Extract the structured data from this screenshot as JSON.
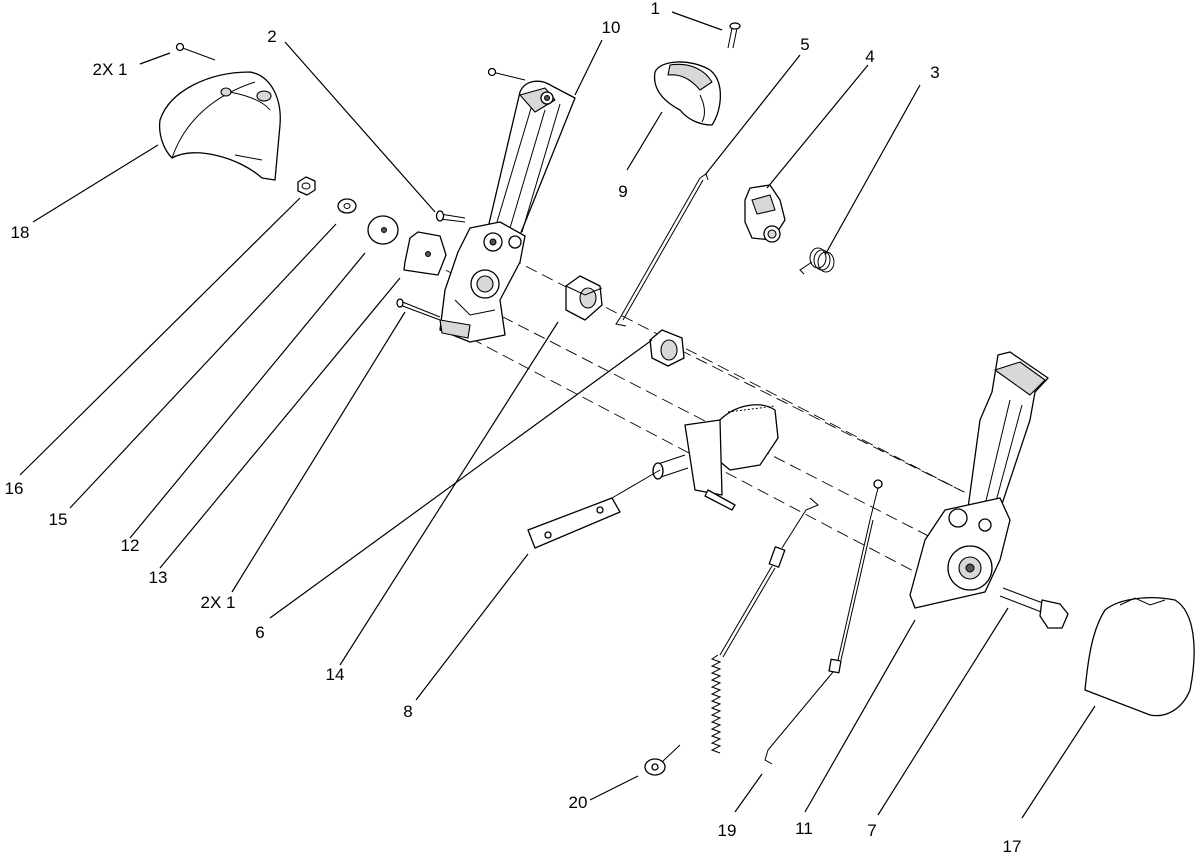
{
  "callouts": [
    {
      "id": "c1",
      "label": "1"
    },
    {
      "id": "c2",
      "label": "2"
    },
    {
      "id": "c3",
      "label": "3"
    },
    {
      "id": "c4",
      "label": "4"
    },
    {
      "id": "c5",
      "label": "5"
    },
    {
      "id": "c6",
      "label": "6"
    },
    {
      "id": "c7",
      "label": "7"
    },
    {
      "id": "c8",
      "label": "8"
    },
    {
      "id": "c9",
      "label": "9"
    },
    {
      "id": "c10",
      "label": "10"
    },
    {
      "id": "c11",
      "label": "11"
    },
    {
      "id": "c12",
      "label": "12"
    },
    {
      "id": "c13",
      "label": "13"
    },
    {
      "id": "c14",
      "label": "14"
    },
    {
      "id": "c15",
      "label": "15"
    },
    {
      "id": "c16",
      "label": "16"
    },
    {
      "id": "c17",
      "label": "17"
    },
    {
      "id": "c18",
      "label": "18"
    },
    {
      "id": "c19",
      "label": "19"
    },
    {
      "id": "c20",
      "label": "20"
    },
    {
      "id": "c2x1a",
      "label": "2X 1"
    },
    {
      "id": "c2x1b",
      "label": "2X 1"
    }
  ]
}
